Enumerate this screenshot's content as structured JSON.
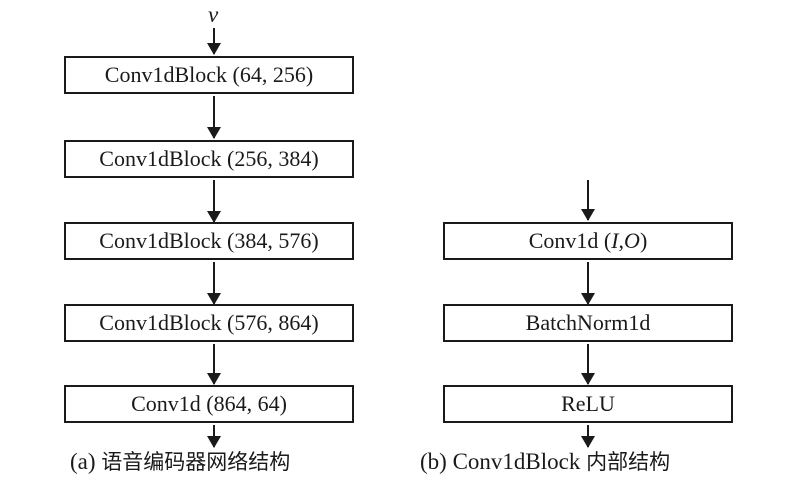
{
  "panel_a": {
    "input_label": "v",
    "blocks": [
      "Conv1dBlock (64, 256)",
      "Conv1dBlock (256, 384)",
      "Conv1dBlock (384, 576)",
      "Conv1dBlock (576, 864)",
      "Conv1d (864, 64)"
    ],
    "caption_prefix": "(a) ",
    "caption_text": "语音编码器网络结构"
  },
  "panel_b": {
    "block1_prefix": "Conv1d (",
    "block1_i": "I",
    "block1_sep": ", ",
    "block1_o": "O",
    "block1_suffix": ")",
    "block2": "BatchNorm1d",
    "block3": "ReLU",
    "caption_prefix": "(b) Conv1dBlock ",
    "caption_text": "内部结构"
  }
}
